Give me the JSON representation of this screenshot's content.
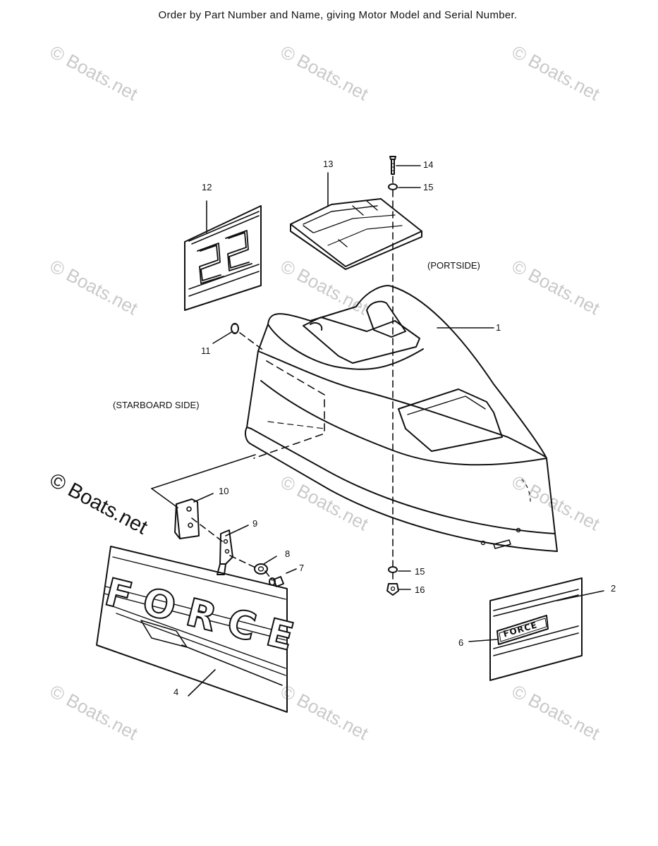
{
  "header": {
    "note": "Order by Part Number and Name, giving Motor Model and Serial Number."
  },
  "watermark": {
    "text": "© Boats.net"
  },
  "labels": {
    "portside": "(PORTSIDE)",
    "starboard": "(STARBOARD SIDE)"
  },
  "callouts": {
    "c1": "1",
    "c2": "2",
    "c4": "4",
    "c6": "6",
    "c7": "7",
    "c8": "8",
    "c9": "9",
    "c10": "10",
    "c11": "11",
    "c12": "12",
    "c13": "13",
    "c14": "14",
    "c15a": "15",
    "c15b": "15",
    "c16": "16"
  },
  "decals": {
    "large": "FORCE",
    "small": "FORCE",
    "number": "22"
  }
}
